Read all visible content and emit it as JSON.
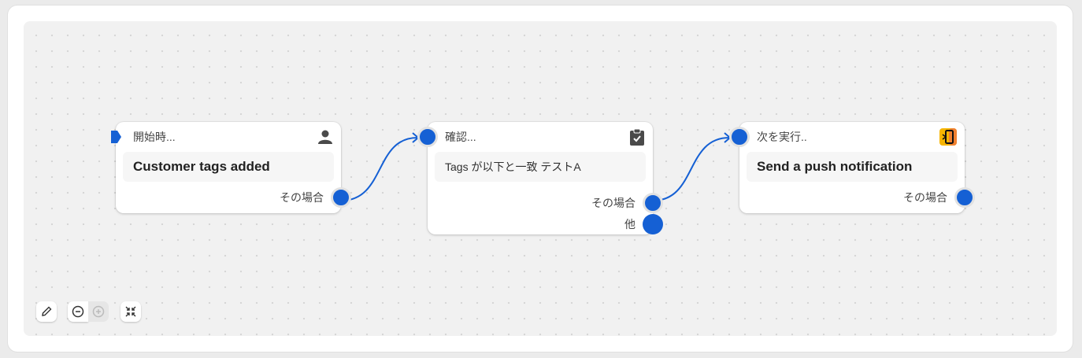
{
  "nodes": [
    {
      "header": "開始時...",
      "title": "Customer tags added",
      "outputs": [
        "その場合"
      ],
      "icon": "person-icon"
    },
    {
      "header": "確認...",
      "title": "Tags が以下と一致 テストA",
      "outputs": [
        "その場合",
        "他"
      ],
      "icon": "clipboard-check-icon"
    },
    {
      "header": "次を実行..",
      "title": "Send a push notification",
      "outputs": [
        "その場合"
      ],
      "icon": "push-notification-app-icon"
    }
  ],
  "colors": {
    "accent": "#1560d4",
    "canvas": "#f1f1f1"
  },
  "toolbar": {
    "icons": [
      "pencil-icon",
      "zoom-out-icon",
      "zoom-in-icon",
      "collapse-icon"
    ]
  }
}
